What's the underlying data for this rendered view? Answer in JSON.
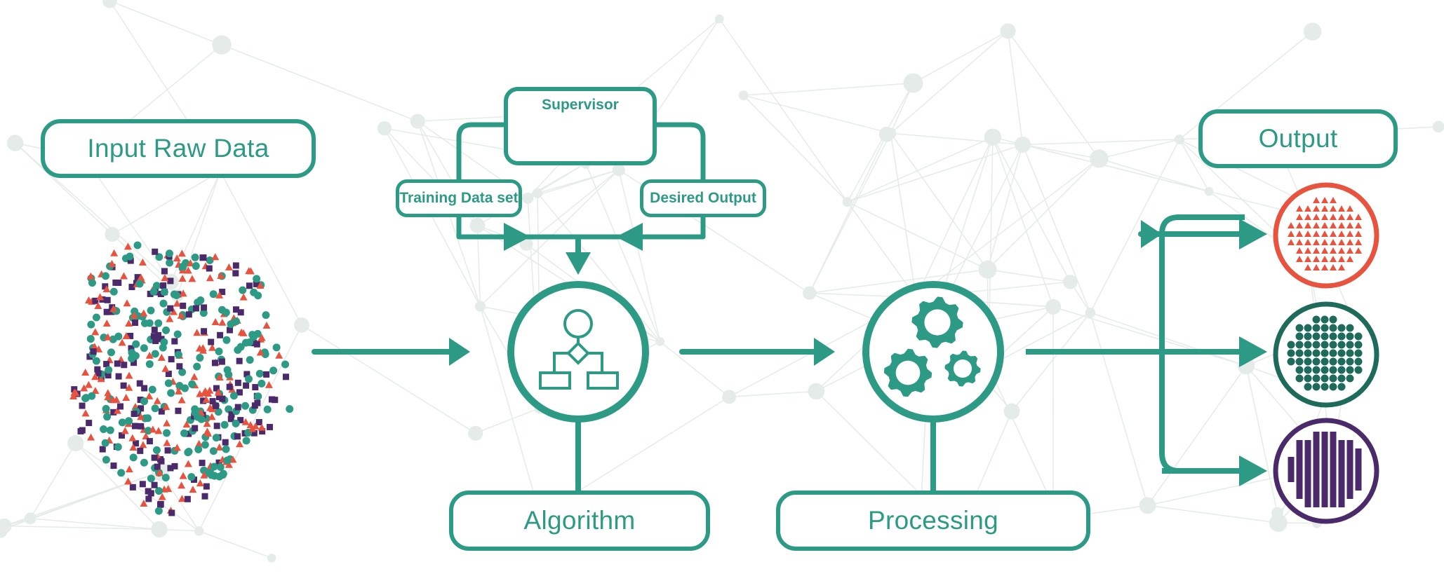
{
  "labels": {
    "input": "Input Raw Data",
    "supervisor": "Supervisor",
    "training": "Training Data set",
    "desired": "Desired Output",
    "algorithm": "Algorithm",
    "processing": "Processing",
    "output": "Output"
  },
  "colors": {
    "teal": "#2c9a84",
    "dark_teal": "#1e6b5c",
    "red": "#e8533f",
    "purple": "#4b2a6b",
    "network": "#e4ebe9"
  },
  "icons": {
    "supervisor": "person-at-computer-icon",
    "algorithm": "flowchart-icon",
    "processing": "gears-icon"
  }
}
